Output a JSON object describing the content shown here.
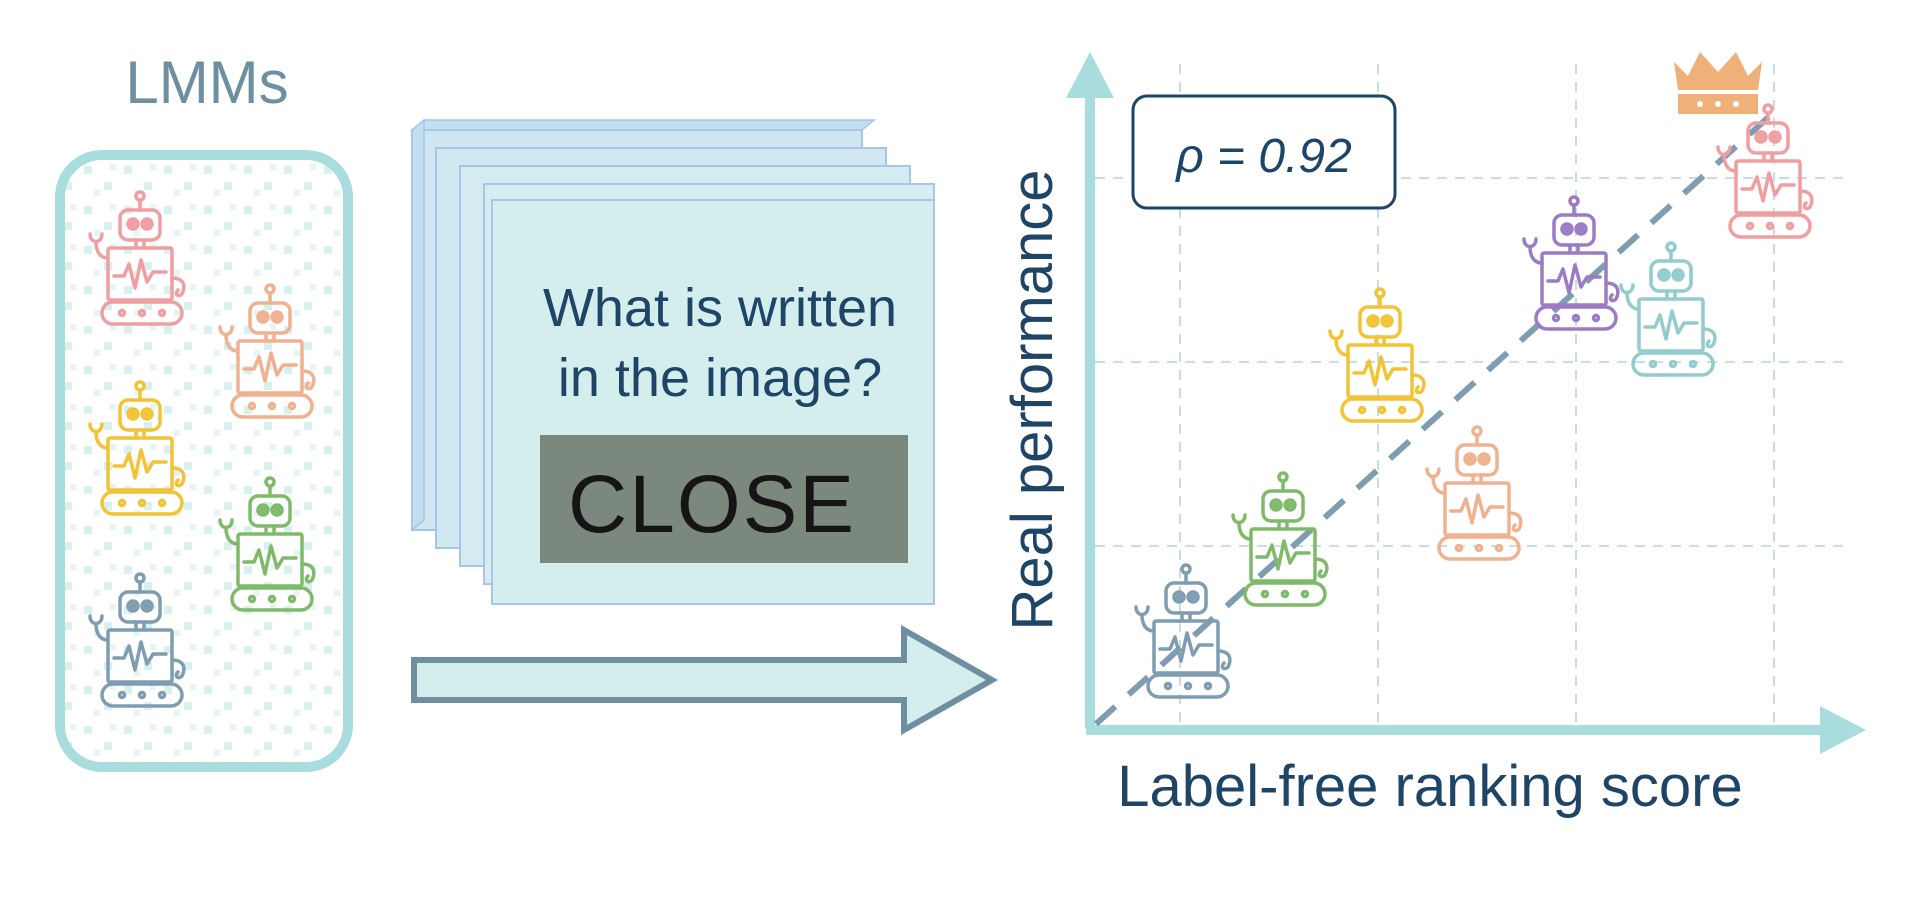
{
  "left_panel": {
    "title": "LMMs"
  },
  "question_cards": {
    "question_line1": "What is written",
    "question_line2": "in the image?",
    "image_text": "CLOSE"
  },
  "chart": {
    "ylabel": "Real performance",
    "xlabel": "Label-free ranking score",
    "annotation": "ρ = 0.92",
    "grid": true
  },
  "colors": {
    "teal": "#a9dcdc",
    "teal_fill": "#d4eeee",
    "dark_blue": "#1f4566",
    "slate": "#6d8fa0",
    "grid": "#c8dede",
    "crown": "#f0b07a",
    "robot_pink": "#ef9ea1",
    "robot_peach": "#efb18f",
    "robot_yellow": "#f2c337",
    "robot_green": "#7fba6a",
    "robot_slate": "#7f9db0",
    "robot_purple": "#9b7cc4",
    "robot_mint": "#93cccc"
  },
  "icons": {
    "robot": "robot-icon",
    "crown": "crown-icon",
    "arrow": "arrow-right-icon"
  },
  "chart_data": {
    "type": "scatter",
    "xlabel": "Label-free ranking score",
    "ylabel": "Real performance",
    "grid": true,
    "correlation_label": "ρ = 0.92",
    "x": [
      1,
      2,
      3,
      4,
      5,
      6,
      7
    ],
    "y": [
      1,
      2,
      4,
      2.5,
      5,
      4.5,
      6
    ],
    "point_colors": [
      "slate",
      "green",
      "yellow",
      "peach",
      "purple",
      "mint",
      "pink"
    ],
    "top_ranked_index": 6
  }
}
